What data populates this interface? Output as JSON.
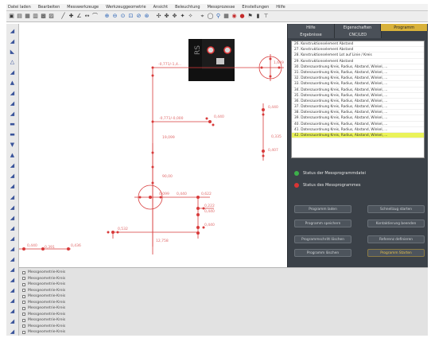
{
  "menu": [
    "Datei laden",
    "Bearbeiten",
    "Messwerkzeuge",
    "Werkzeuggeometrie",
    "Ansicht",
    "Beleuchtung",
    "Messprozesse",
    "Einstellungen",
    "Hilfe"
  ],
  "toolbar_icons": [
    {
      "name": "new-icon",
      "glyph": "▣"
    },
    {
      "name": "open-icon",
      "glyph": "▤"
    },
    {
      "name": "save-icon",
      "glyph": "▦"
    },
    {
      "name": "print-icon",
      "glyph": "▥"
    },
    {
      "name": "tool-a-icon",
      "glyph": "▩"
    },
    {
      "name": "tool-b-icon",
      "glyph": "▨"
    },
    {
      "name": "sep",
      "glyph": ""
    },
    {
      "name": "line-icon",
      "glyph": "╱"
    },
    {
      "name": "point-icon",
      "glyph": "✚"
    },
    {
      "name": "angle-icon",
      "glyph": "∠"
    },
    {
      "name": "distance-icon",
      "glyph": "↔"
    },
    {
      "name": "arc-icon",
      "glyph": "⌒"
    },
    {
      "name": "sep",
      "glyph": ""
    },
    {
      "name": "zoom-in-icon",
      "glyph": "⊕"
    },
    {
      "name": "zoom-out-icon",
      "glyph": "⊖"
    },
    {
      "name": "zoom-fit-icon",
      "glyph": "⊙"
    },
    {
      "name": "zoom-window-icon",
      "glyph": "⊡"
    },
    {
      "name": "zoom-prev-icon",
      "glyph": "⊘"
    },
    {
      "name": "zoom-all-icon",
      "glyph": "⊛"
    },
    {
      "name": "sep",
      "glyph": ""
    },
    {
      "name": "measure-a-icon",
      "glyph": "✣"
    },
    {
      "name": "measure-b-icon",
      "glyph": "✤"
    },
    {
      "name": "measure-c-icon",
      "glyph": "✥"
    },
    {
      "name": "measure-d-icon",
      "glyph": "✦"
    },
    {
      "name": "measure-e-icon",
      "glyph": "✧"
    },
    {
      "name": "sep",
      "glyph": ""
    },
    {
      "name": "crosshair-icon",
      "glyph": "⌖"
    },
    {
      "name": "circle-icon",
      "glyph": "◯"
    },
    {
      "name": "search-icon",
      "glyph": "⚲"
    },
    {
      "name": "grid-icon",
      "glyph": "▦"
    },
    {
      "name": "camera-icon",
      "glyph": "◉"
    },
    {
      "name": "light-icon",
      "glyph": "●"
    },
    {
      "name": "flag-icon",
      "glyph": "⚑"
    },
    {
      "name": "chart-icon",
      "glyph": "▮"
    },
    {
      "name": "probe-icon",
      "glyph": "⊤"
    }
  ],
  "left_tools": [
    "◢",
    "◢",
    "◣",
    "△",
    "◢",
    "▲",
    "◢",
    "◢",
    "◢",
    "▬",
    "▬",
    "▼",
    "▲",
    "◢",
    "◢",
    "◢",
    "◢",
    "◢",
    "◢",
    "◢",
    "◢",
    "◢",
    "◢",
    "◢",
    "◢",
    "◢",
    "◢",
    "◢",
    "◢",
    "◢"
  ],
  "canvas": {
    "labels": [
      "-0,771/-1,4...",
      "1,649",
      "-0,771/-0,000",
      "0,440",
      "0,440",
      "0,335",
      "0,407",
      "19,099",
      "90,00",
      "0,099",
      "0,440",
      "0,622",
      "0,222",
      "0,440",
      "0,532",
      "0,440",
      "0,440",
      "0,391",
      "0,436",
      "12,758"
    ],
    "overlay_text": "RS"
  },
  "tabs_top": [
    {
      "label": "Hilfe",
      "active": false
    },
    {
      "label": "Eigenschaften",
      "active": false
    },
    {
      "label": "Programm",
      "active": true
    }
  ],
  "tabs_second": [
    {
      "label": "Ergebnisse"
    },
    {
      "label": "CNC/LED"
    }
  ],
  "program_list": [
    {
      "text": "26. Konstruktionselement Abstand",
      "selected": false
    },
    {
      "text": "27. Konstruktionselement Abstand",
      "selected": false
    },
    {
      "text": "28. Konstruktionselement Lot auf Linie / Kreis",
      "selected": false
    },
    {
      "text": "29. Konstruktionselement Abstand",
      "selected": false
    },
    {
      "text": "30. Datenzuordnung Kreis, Radius, Abstand, Winkel, ...",
      "selected": false
    },
    {
      "text": "31. Datenzuordnung Kreis, Radius, Abstand, Winkel, ...",
      "selected": false
    },
    {
      "text": "32. Datenzuordnung Kreis, Radius, Abstand, Winkel, ...",
      "selected": false
    },
    {
      "text": "33. Datenzuordnung Kreis, Radius, Abstand, Winkel, ...",
      "selected": false
    },
    {
      "text": "34. Datenzuordnung Kreis, Radius, Abstand, Winkel, ...",
      "selected": false
    },
    {
      "text": "35. Datenzuordnung Kreis, Radius, Abstand, Winkel, ...",
      "selected": false
    },
    {
      "text": "36. Datenzuordnung Kreis, Radius, Abstand, Winkel, ...",
      "selected": false
    },
    {
      "text": "37. Datenzuordnung Kreis, Radius, Abstand, Winkel, ...",
      "selected": false
    },
    {
      "text": "38. Datenzuordnung Kreis, Radius, Abstand, Winkel, ...",
      "selected": false
    },
    {
      "text": "39. Datenzuordnung Kreis, Radius, Abstand, Winkel, ...",
      "selected": false
    },
    {
      "text": "40. Datenzuordnung Kreis, Radius, Abstand, Winkel, ...",
      "selected": false
    },
    {
      "text": "41. Datenzuordnung Kreis, Radius, Abstand, Winkel, ...",
      "selected": false
    },
    {
      "text": "42. Datenzuordnung Kreis, Radius, Abstand, Winkel, ...",
      "selected": true
    }
  ],
  "status_items": [
    {
      "label": "Status der Messprogrammdatei",
      "color": "green"
    },
    {
      "label": "Status des Messprogrammes",
      "color": "red"
    }
  ],
  "buttons_top": [
    "Programm laden",
    "Schnellzug starten",
    "Programm speichern",
    "Kontaktierung beenden"
  ],
  "buttons_bottom": [
    "Programmschritt löschen",
    "Referenz definieren",
    "Programm löschen",
    "Programm Starten"
  ],
  "bottom_list": [
    "Messgeometrie-Kreis",
    "Messgeometrie-Kreis",
    "Messgeometrie-Kreis",
    "Messgeometrie-Kreis",
    "Messgeometrie-Kreis",
    "Messgeometrie-Kreis",
    "Messgeometrie-Kreis",
    "Messgeometrie-Kreis",
    "Messgeometrie-Kreis",
    "Messgeometrie-Kreis",
    "Messgeometrie-Kreis"
  ],
  "colors": {
    "accent": "#d9b23a",
    "panel": "#3b4148",
    "geometry": "#d83a3a",
    "selected_row": "#eaf35a"
  }
}
